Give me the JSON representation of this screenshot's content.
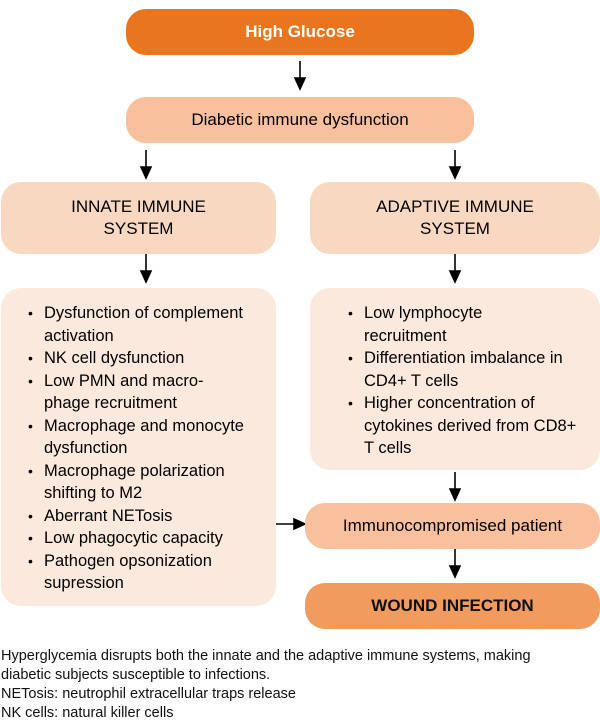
{
  "diagram": {
    "top_node": "High Glucose",
    "second_node": "Diabetic immune dysfunction",
    "innate": {
      "title_line1": "INNATE IMMUNE",
      "title_line2": "SYSTEM",
      "items": [
        "Dysfunction of complement activation",
        "NK cell dysfunction",
        "Low PMN and macro-phage recruitment",
        "Macrophage and monocyte dysfunction",
        "Macrophage polarization shifting to M2",
        "Aberrant NETosis",
        "Low phagocytic capacity",
        "Pathogen opsonization supression"
      ]
    },
    "adaptive": {
      "title_line1": "ADAPTIVE IMMUNE",
      "title_line2": "SYSTEM",
      "items": [
        "Low lymphocyte recruitment",
        "Differentiation imbalance in CD4+ T cells",
        "Higher concentration of cytokines derived from CD8+ T cells"
      ]
    },
    "outcome_node": "Immunocompromised patient",
    "final_node": "WOUND INFECTION",
    "colors": {
      "dark_orange": "#ea751f",
      "mid_orange": "#f8c09c",
      "light_orange": "#f9d8c1",
      "pale_orange": "#fce9de",
      "final_orange": "#f19b5f"
    }
  },
  "caption": {
    "line1": "Hyperglycemia disrupts both the innate and the adaptive immune systems, making",
    "line2": "diabetic subjects susceptible to infections.",
    "line3": "NETosis: neutrophil extracellular traps release",
    "line4": "NK cells: natural killer cells"
  }
}
